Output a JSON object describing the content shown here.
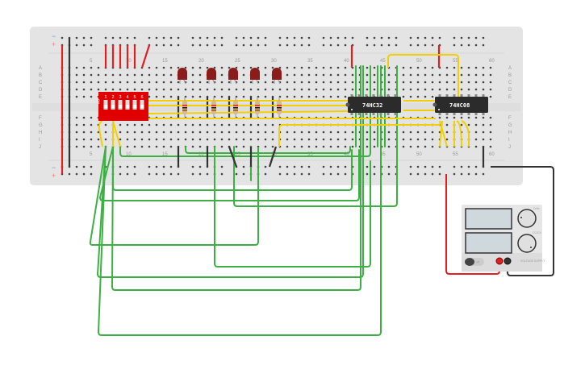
{
  "app": {
    "title": "Breadboard circuit simulator"
  },
  "breadboard": {
    "rows_top": [
      "A",
      "B",
      "C",
      "D",
      "E"
    ],
    "rows_bottom": [
      "F",
      "G",
      "H",
      "I",
      "J"
    ],
    "column_labels": [
      "5",
      "10",
      "15",
      "20",
      "25",
      "30",
      "35",
      "40",
      "45",
      "50",
      "55",
      "60"
    ],
    "rail_minus": "−",
    "rail_plus": "+",
    "columns": 60
  },
  "components": {
    "dip_switch": {
      "name": "DIP switch",
      "positions": [
        "1",
        "2",
        "3",
        "4",
        "5",
        "6"
      ],
      "on_label": "ON",
      "color": "#e00000"
    },
    "leds": {
      "count": 5,
      "color": "#8b1c1c"
    },
    "resistors": {
      "count": 5
    },
    "ic_or": {
      "label": "74HC32"
    },
    "ic_and": {
      "label": "74HC08"
    },
    "power_supply": {
      "display_top": "",
      "display_bottom": "",
      "knob_top_label": "Ω/Hz",
      "knob_bottom_label": "CC/CV",
      "button_label": "off",
      "brand_text": "VOLTAGE SUPPLY"
    }
  },
  "colors": {
    "board": "#e4e4e4",
    "wire_red": "#e02020",
    "wire_black": "#333333",
    "wire_green": "#3cb043",
    "wire_yellow": "#f2d000",
    "chip": "#2b2b2b"
  }
}
